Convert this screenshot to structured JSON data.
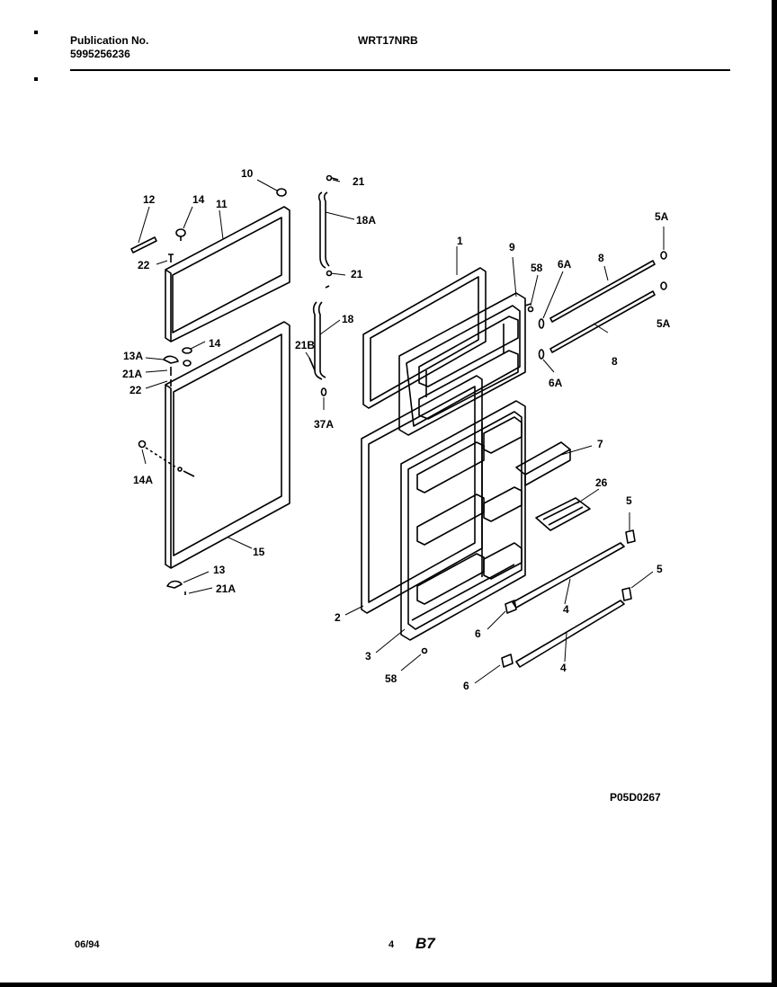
{
  "header": {
    "publication_label": "Publication No.",
    "publication_number": "5995256236",
    "model": "WRT17NRB"
  },
  "diagram": {
    "code": "P05D0267",
    "callouts": {
      "c10": "10",
      "c12": "12",
      "c14a": "14",
      "c11": "11",
      "c22a": "22",
      "c21a": "21",
      "c18a": "18A",
      "c21b": "21",
      "c18": "18",
      "c21b2": "21B",
      "c37a": "37A",
      "c13a": "13A",
      "c14b": "14",
      "c21aa": "21A",
      "c22b": "22",
      "c14a2": "14A",
      "c15": "15",
      "c13": "13",
      "c21a2": "21A",
      "c1": "1",
      "c9": "9",
      "c58a": "58",
      "c6a1": "6A",
      "c8a": "8",
      "c5a1": "5A",
      "c5a2": "5A",
      "c8b": "8",
      "c6a2": "6A",
      "c7": "7",
      "c26": "26",
      "c5b": "5",
      "c5c": "5",
      "c4a": "4",
      "c4b": "4",
      "c6b": "6",
      "c6c": "6",
      "c2": "2",
      "c3": "3",
      "c58b": "58"
    }
  },
  "footer": {
    "date": "06/94",
    "page": "4",
    "section": "B7"
  }
}
